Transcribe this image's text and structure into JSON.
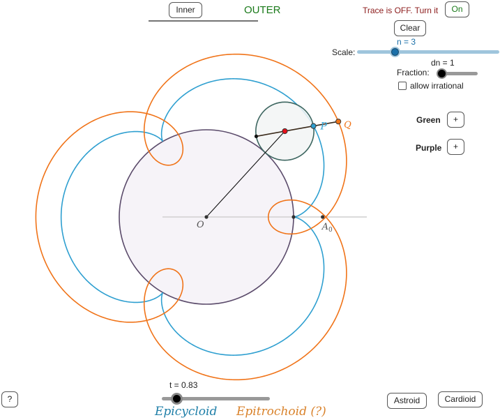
{
  "top": {
    "inner_button": "Inner",
    "outer_label": "OUTER",
    "outer_color": "#1a7a1a"
  },
  "trace": {
    "status_text": "Trace is OFF.  Turn it",
    "on_button": "On",
    "clear_button": "Clear",
    "status_color": "#8b1a1a"
  },
  "scale": {
    "label": "Scale:",
    "value_label": "n = 3",
    "value": 3,
    "fraction": 0.14,
    "color": "#9fc5dc",
    "knob_color": "#1a6fa8"
  },
  "fraction": {
    "value_label": "dn = 1",
    "label": "Fraction:",
    "value": 1,
    "fraction": 0.0,
    "allow_irrational_label": "allow irrational",
    "allow_irrational_checked": false
  },
  "toggles": [
    {
      "label": "Green",
      "button": "+"
    },
    {
      "label": "Purple",
      "button": "+"
    }
  ],
  "t_slider": {
    "value_label": "t = 0.83",
    "value": 0.83,
    "fraction": 0.14
  },
  "legend": {
    "epicycloid": "Epicycloid",
    "epicycloid_color": "#1f7fa8",
    "epitrochoid": "Epitrochoid (?)",
    "epitrochoid_color": "#d9822b"
  },
  "bottom_buttons": {
    "help": "?",
    "astroid": "Astroid",
    "cardioid": "Cardioid"
  },
  "figure": {
    "n": 3,
    "t": 0.83,
    "trochoid_ratio": 1.87,
    "point_labels": {
      "origin": "O",
      "start": "A",
      "start_sub": "0",
      "p": "P",
      "q": "Q"
    },
    "colors": {
      "epicycloid": "#2e9fd0",
      "epitrochoid": "#f07318",
      "fixed_circle_stroke": "#5a4a6a",
      "fixed_circle_fill": "#f6f3f8",
      "rolling_circle_stroke": "#3d6660",
      "rolling_circle_fill": "#f2f5f4",
      "center_point": "#e8101a",
      "p_point": "#2e9fd0",
      "q_point": "#f07318"
    }
  }
}
